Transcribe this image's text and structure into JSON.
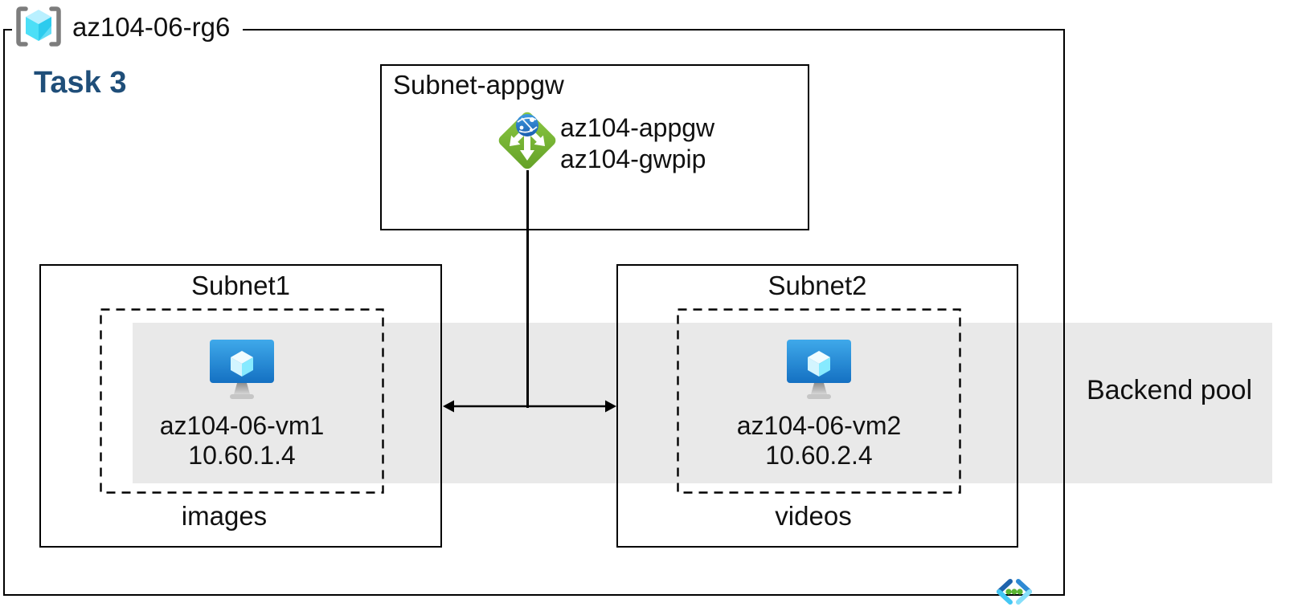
{
  "diagram": {
    "resource_group": {
      "name": "az104-06-rg6"
    },
    "task": {
      "label": "Task 3",
      "color": "#1F4E79"
    },
    "appgw_subnet": {
      "name": "Subnet-appgw",
      "gateway_name": "az104-appgw",
      "public_ip_name": "az104-gwpip"
    },
    "subnet1": {
      "name": "Subnet1",
      "vm": {
        "name": "az104-06-vm1",
        "ip": "10.60.1.4"
      },
      "container_label": "images"
    },
    "subnet2": {
      "name": "Subnet2",
      "vm": {
        "name": "az104-06-vm2",
        "ip": "10.60.2.4"
      },
      "container_label": "videos"
    },
    "backend_pool": {
      "label": "Backend pool"
    },
    "colors": {
      "band": "#E9E9E9",
      "task_text": "#1F4E79",
      "line": "#000000",
      "gateway_green": "#76B82F",
      "vm_monitor_blue": "#1470C2",
      "cube_cyan": "#50E6FF",
      "vnet_dot_green": "#5CB633"
    }
  }
}
